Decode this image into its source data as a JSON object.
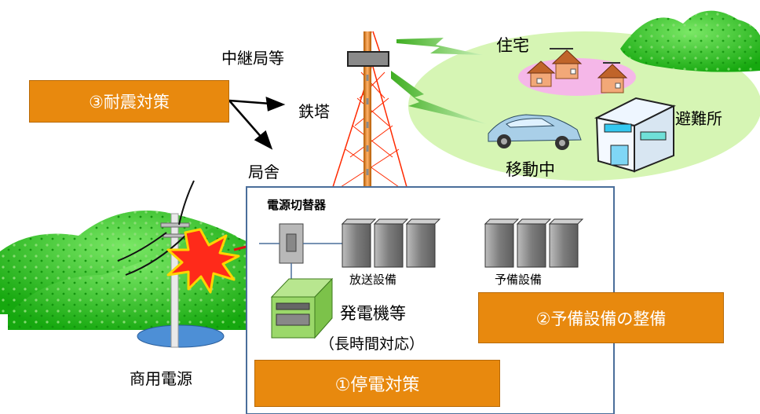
{
  "labels": {
    "relay": "中継局等",
    "housing": "住宅",
    "tower": "鉄塔",
    "station": "局舎",
    "shelter": "避難所",
    "moving": "移動中",
    "switch": "電源切替器",
    "broadcast": "放送設備",
    "spare": "予備設備",
    "generator": "発電機等",
    "long_time": "（長時間対応）",
    "commercial_power": "商用電源"
  },
  "measures": {
    "earthquake": "③耐震対策",
    "spare_equipment": "②予備設備の整備",
    "blackout": "①停電対策"
  },
  "colors": {
    "measure_box": "#e8890e",
    "hill_green": "#22c21a",
    "field_green": "#d6f5b4",
    "tower_red": "#ff2a00",
    "equipment_gray": "#8a8a8a",
    "outline_blue": "#4a6e9a",
    "pond_blue": "#4d8fd6"
  }
}
